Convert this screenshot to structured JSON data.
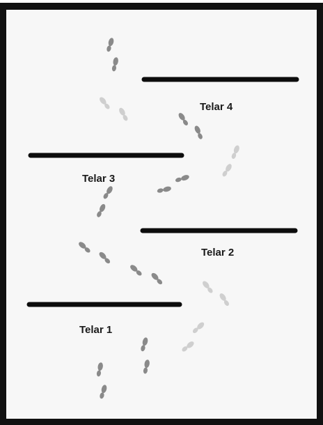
{
  "diagram": {
    "labels": {
      "telar1": "Telar 1",
      "telar2": "Telar 2",
      "telar3": "Telar 3",
      "telar4": "Telar 4"
    }
  },
  "colors": {
    "border": "#111111",
    "background": "#f7f7f7",
    "bar": "#0d0d0d",
    "footprint_dark": "#8a8a8a",
    "footprint_light": "#cfcfcf"
  }
}
